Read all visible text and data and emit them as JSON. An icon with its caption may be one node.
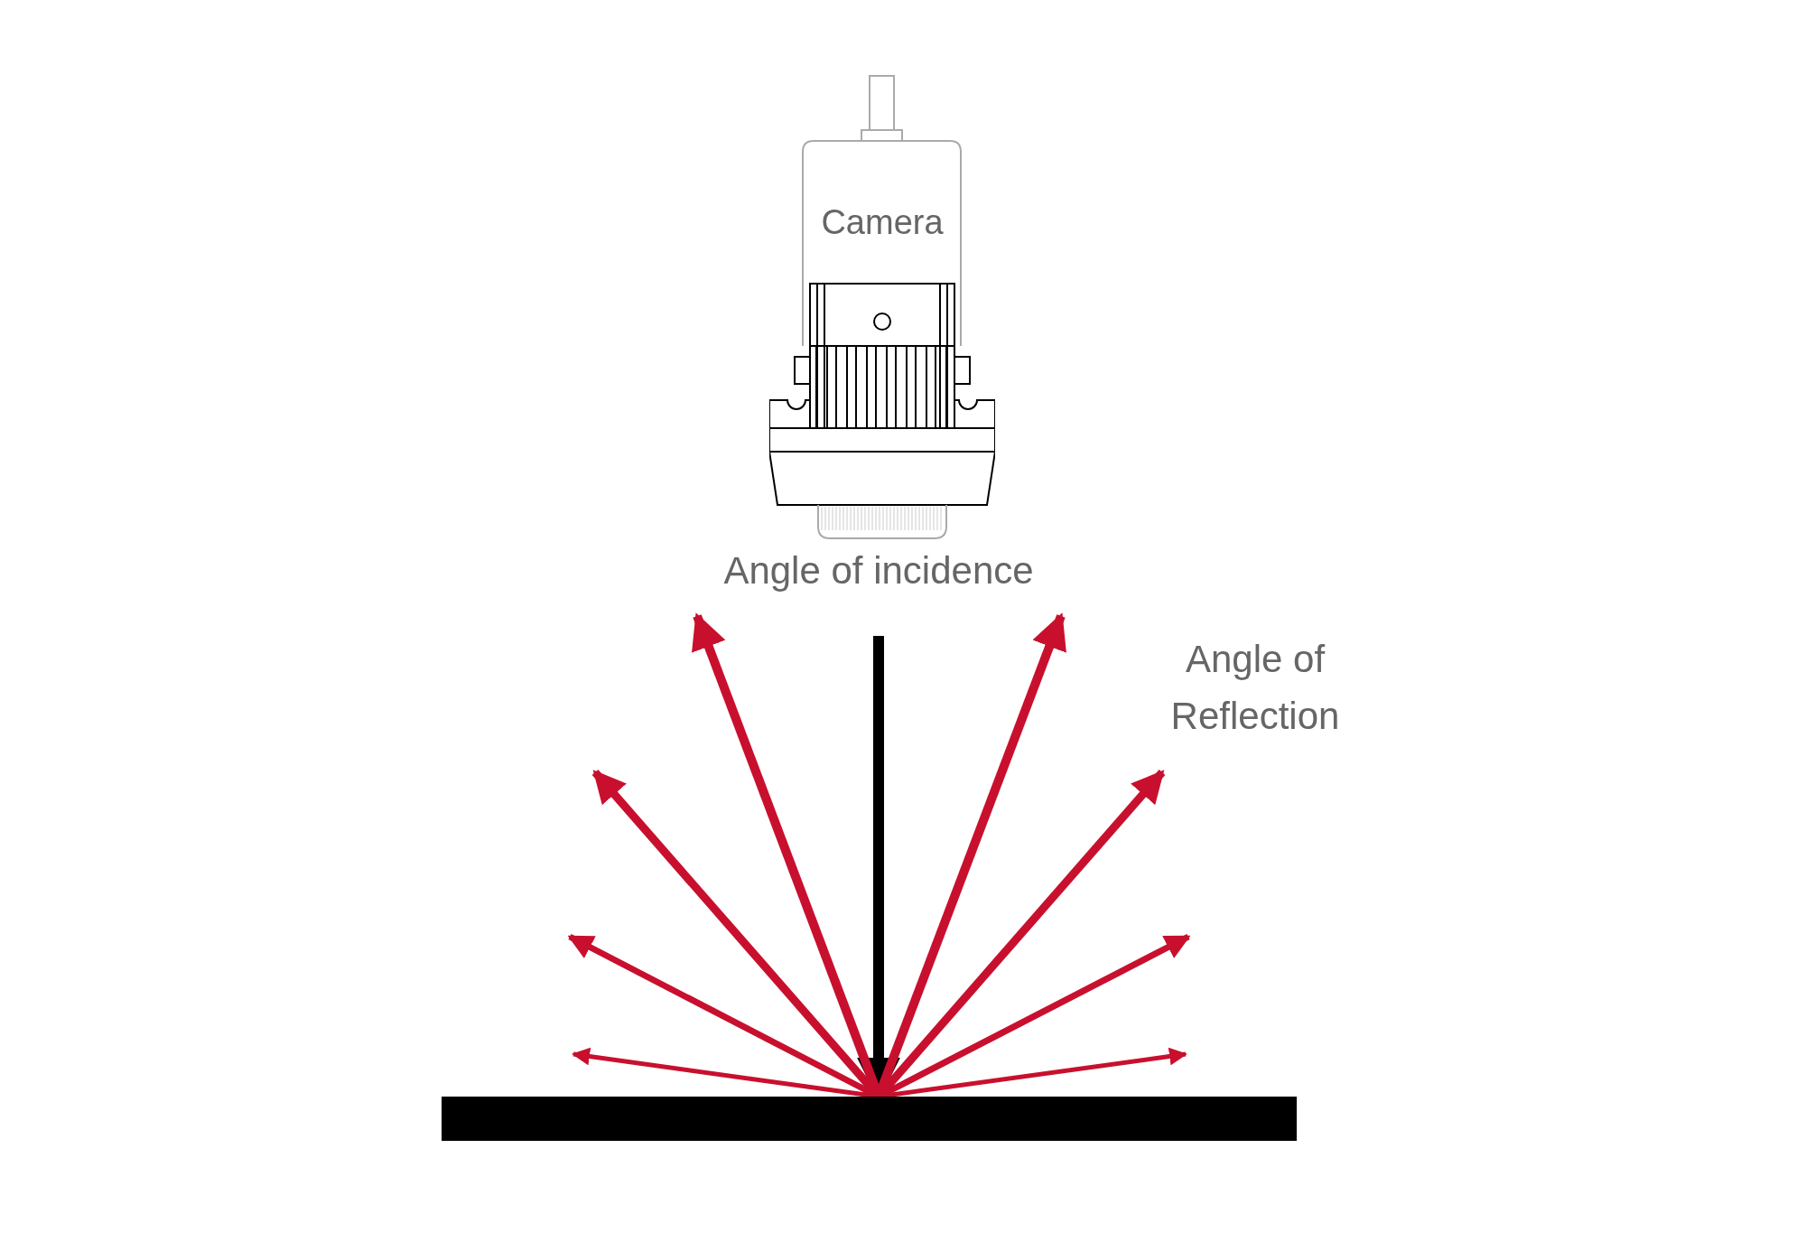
{
  "diagram": {
    "nodes": [
      {
        "text": [
          "Camera"
        ]
      },
      {
        "text": [],
        "shape": "bar"
      }
    ],
    "edges": [
      {
        "from": null,
        "to": 1,
        "arrow": "to",
        "color": "#000000"
      },
      {
        "from": 1,
        "to": null,
        "arrow": "to"
      },
      {
        "from": 1,
        "to": null,
        "arrow": "to"
      },
      {
        "from": 1,
        "to": null,
        "arrow": "to"
      },
      {
        "from": 1,
        "to": null,
        "arrow": "to"
      },
      {
        "from": 1,
        "to": null,
        "arrow": "to"
      },
      {
        "from": 1,
        "to": null,
        "arrow": "to"
      },
      {
        "from": 1,
        "to": null,
        "arrow": "to"
      },
      {
        "from": 1,
        "to": null,
        "arrow": "to"
      }
    ],
    "labels": [
      "Angle of incidence",
      "Angle of Reflection"
    ]
  }
}
